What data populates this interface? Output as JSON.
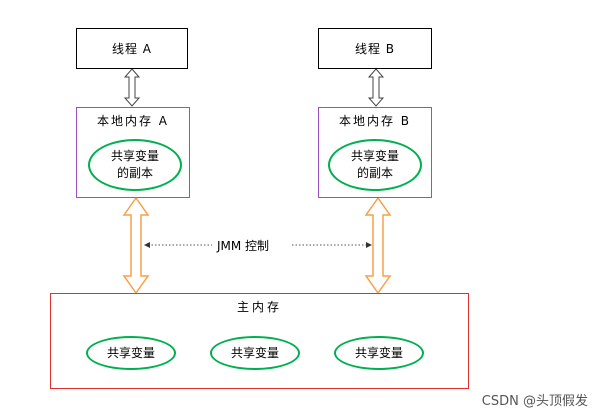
{
  "thread_a": {
    "label": "线程 A"
  },
  "thread_b": {
    "label": "线程 B"
  },
  "local_a": {
    "title": "本地内存 A",
    "copy_line1": "共享变量",
    "copy_line2": "的副本"
  },
  "local_b": {
    "title": "本地内存 B",
    "copy_line1": "共享变量",
    "copy_line2": "的副本"
  },
  "main_memory": {
    "title": "主内存",
    "vars": [
      "共享变量",
      "共享变量",
      "共享变量"
    ]
  },
  "jmm": {
    "label": "JMM 控制"
  },
  "watermark": "CSDN @头顶假发",
  "colors": {
    "local_border": "#9a4fc3",
    "ellipse_border": "#00b050",
    "main_border": "#e03030",
    "arrow_orange": "#f5a04a"
  }
}
